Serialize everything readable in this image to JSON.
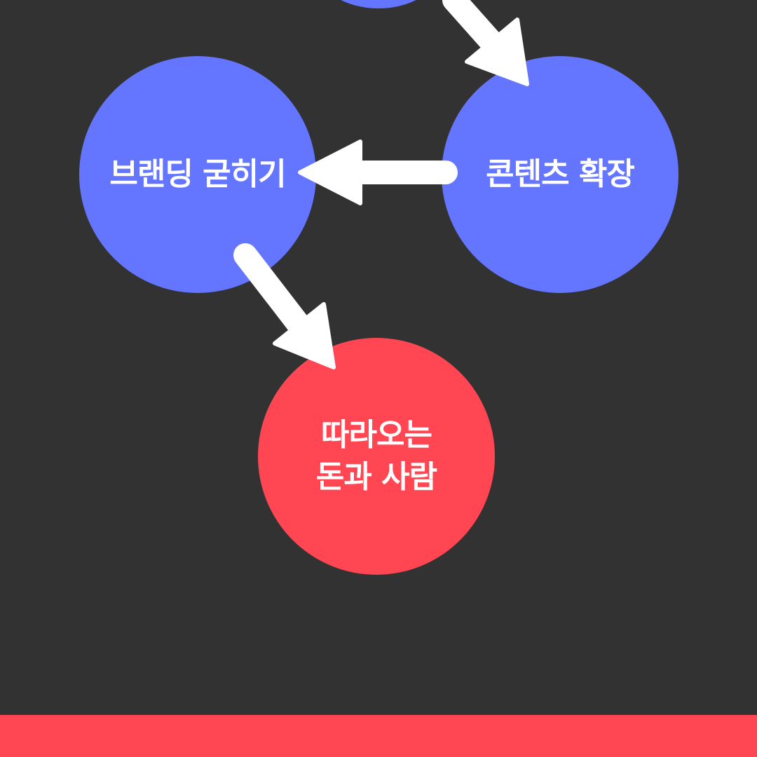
{
  "colors": {
    "background": "#323232",
    "node_blue": "#6475FF",
    "node_red": "#FF4652",
    "arrow": "#FFFFFF",
    "bottom_bar": "#FF4652"
  },
  "nodes": {
    "content": {
      "label": "콘텐츠 확장"
    },
    "branding": {
      "label": "브랜딩 굳히기"
    },
    "result": {
      "label": "따라오는\n돈과 사람"
    }
  },
  "edges": [
    {
      "from": "top",
      "to": "content"
    },
    {
      "from": "content",
      "to": "branding"
    },
    {
      "from": "branding",
      "to": "result"
    }
  ]
}
